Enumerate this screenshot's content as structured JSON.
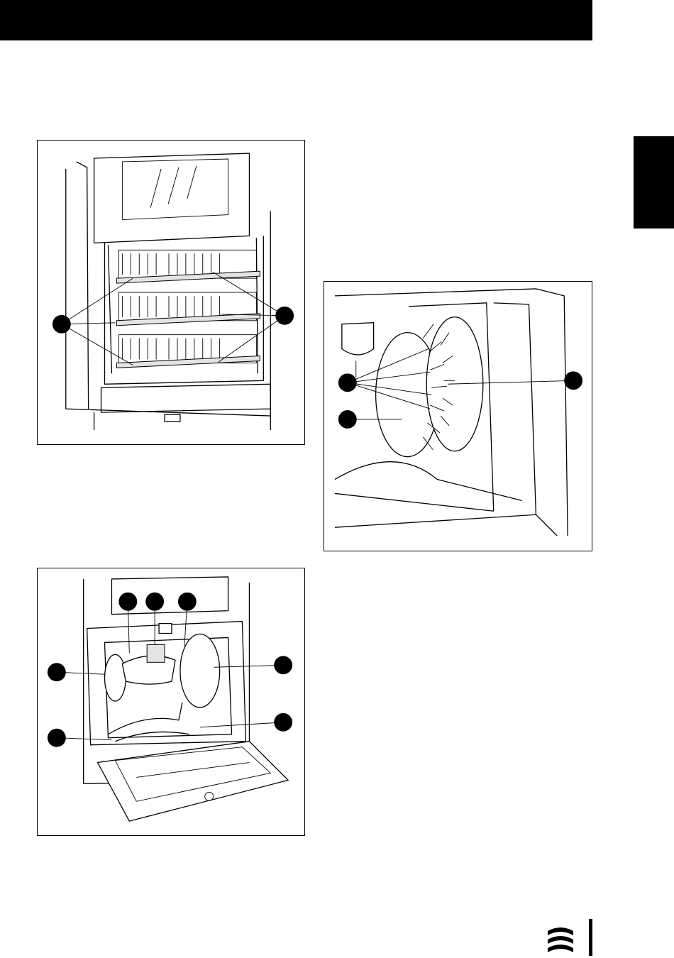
{
  "page": {
    "header_bar_color": "#000000",
    "side_tab_color": "#000000"
  },
  "figures": {
    "rack_figure": {
      "icon": "machine-rack-illustration",
      "callouts": 2
    },
    "disc_figure": {
      "icon": "machine-disc-illustration",
      "callouts": 3
    },
    "interior_figure": {
      "icon": "machine-interior-illustration",
      "callouts": 7
    }
  },
  "footer": {
    "logo_icon": "brand-wave-logo-icon"
  }
}
